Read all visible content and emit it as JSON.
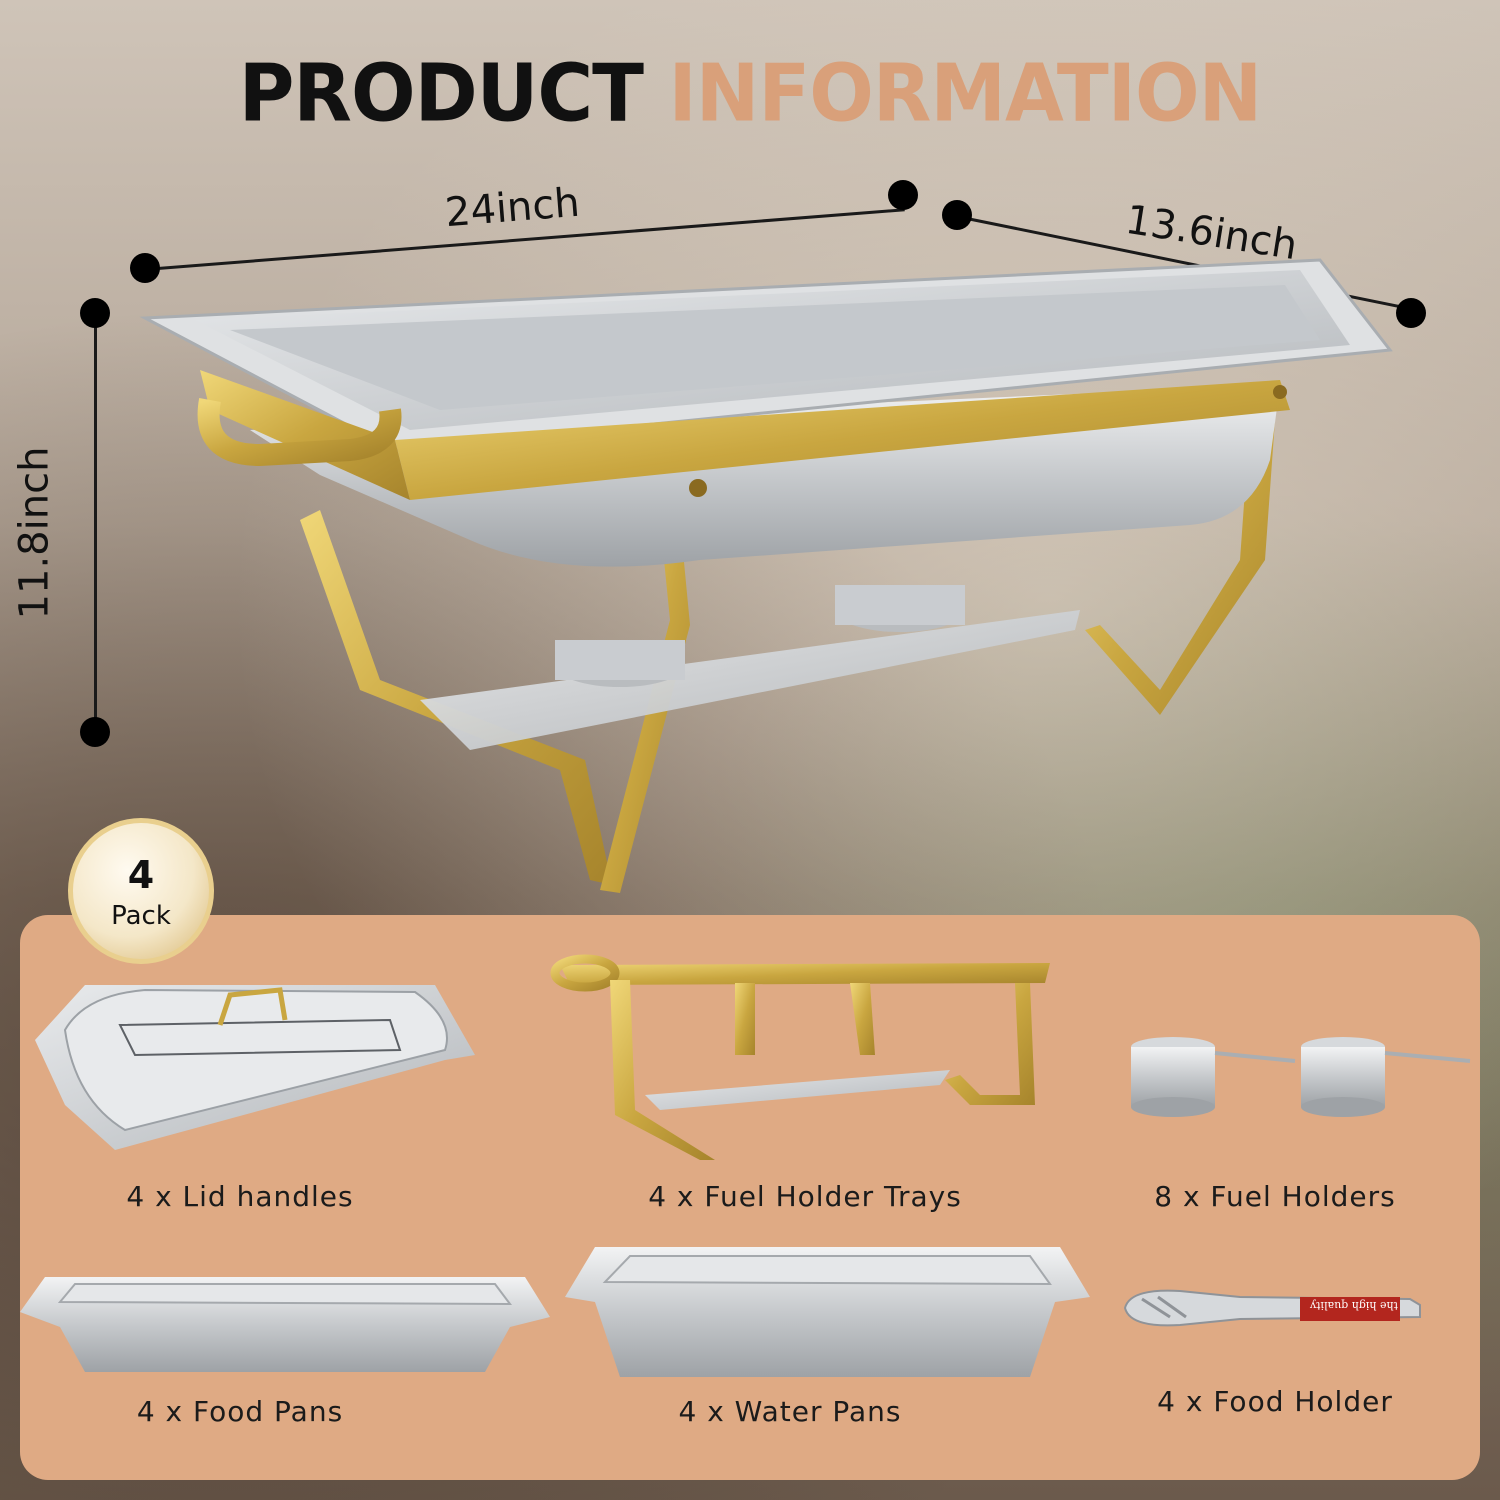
{
  "header": {
    "title_word1": "PRODUCT",
    "title_word2": "INFORMATION"
  },
  "dimensions": {
    "length": "24inch",
    "width": "13.6inch",
    "height": "11.8inch"
  },
  "badge": {
    "count": "4",
    "label": "Pack"
  },
  "items": [
    {
      "label": "4 x Lid handles",
      "icon": "lid-icon"
    },
    {
      "label": "4 x Fuel Holder Trays",
      "icon": "frame-icon"
    },
    {
      "label": "8 x Fuel Holders",
      "icon": "fuel-holder-icon"
    },
    {
      "label": "4 x Food Pans",
      "icon": "food-pan-icon"
    },
    {
      "label": "4 x Water Pans",
      "icon": "water-pan-icon"
    },
    {
      "label": "4 x Food Holder",
      "icon": "tongs-icon"
    }
  ],
  "tongs_text": "the high quality",
  "colors": {
    "accent": "#d9a07a",
    "panel": "#dfaa84",
    "gold": "#c9a640",
    "steel": "#cfd2d5"
  }
}
